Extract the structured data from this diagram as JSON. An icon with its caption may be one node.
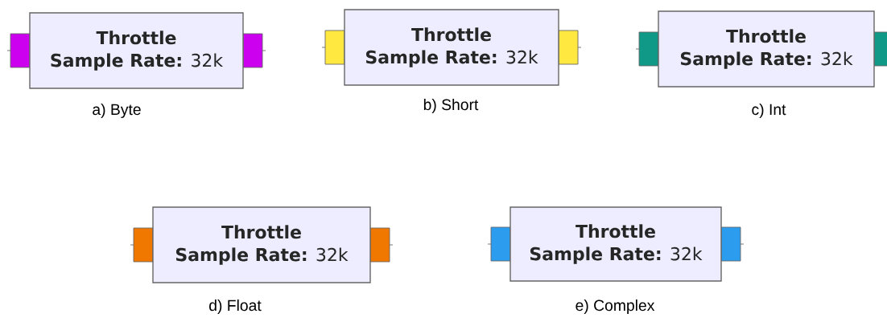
{
  "diagram": {
    "nodes": [
      {
        "text": [
          "Throttle",
          "**Sample Rate:** 32k"
        ],
        "beside": [
          "a) Byte"
        ]
      },
      {
        "text": [
          "Throttle",
          "**Sample Rate:** 32k"
        ],
        "beside": [
          "b) Short"
        ]
      },
      {
        "text": [
          "Throttle",
          "**Sample Rate:** 32k"
        ],
        "beside": [
          "c) Int"
        ]
      },
      {
        "text": [
          "Throttle",
          "**Sample Rate:** 32k"
        ],
        "beside": [
          "d) Float"
        ]
      },
      {
        "text": [
          "Throttle",
          "**Sample Rate:** 32k"
        ],
        "beside": [
          "e) Complex"
        ]
      }
    ]
  }
}
